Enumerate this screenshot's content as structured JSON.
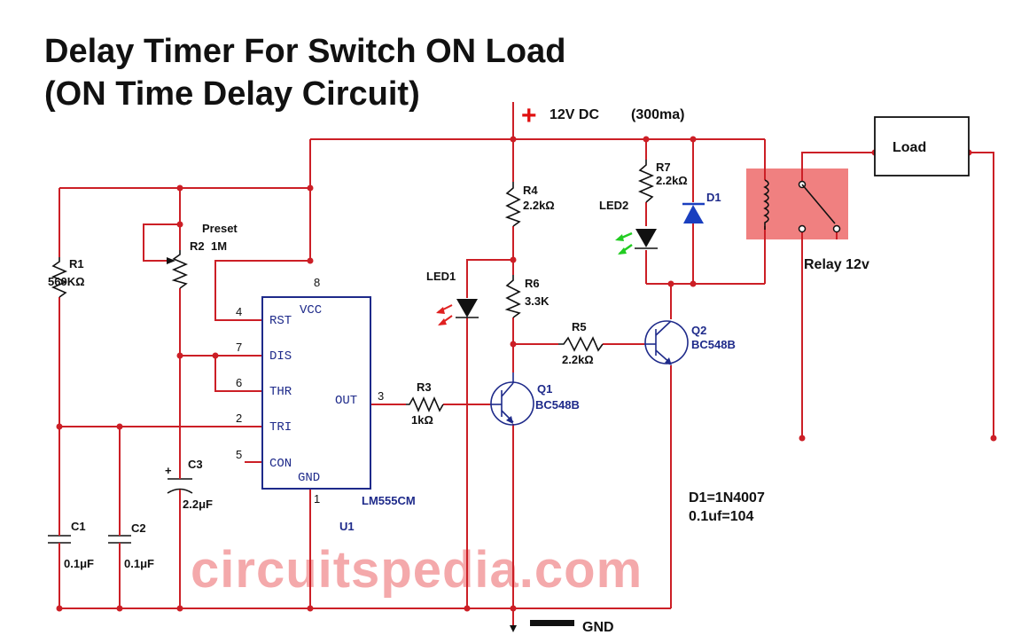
{
  "title": {
    "line1": "Delay Timer For Switch ON Load",
    "line2": "(ON Time Delay Circuit)"
  },
  "supply": {
    "plus": "+",
    "label": "12V DC",
    "current": "(300ma)"
  },
  "ground_label": "GND",
  "load_label": "Load",
  "relay_label": "Relay 12v",
  "ic": {
    "name": "LM555CM",
    "ref": "U1",
    "pins": {
      "rst": "RST",
      "vcc": "VCC",
      "dis": "DIS",
      "thr": "THR",
      "out": "OUT",
      "tri": "TRI",
      "con": "CON",
      "gnd": "GND"
    },
    "pin_numbers": {
      "p8": "8",
      "p4": "4",
      "p7": "7",
      "p6": "6",
      "p3": "3",
      "p2": "2",
      "p5": "5",
      "p1": "1"
    }
  },
  "components": {
    "r1": {
      "name": "R1",
      "value": "560KΩ"
    },
    "r2": {
      "name": "R2",
      "value": "1M",
      "preset": "Preset"
    },
    "r3": {
      "name": "R3",
      "value": "1kΩ"
    },
    "r4": {
      "name": "R4",
      "value": "2.2kΩ"
    },
    "r5": {
      "name": "R5",
      "value": "2.2kΩ"
    },
    "r6": {
      "name": "R6",
      "value": "3.3K"
    },
    "r7": {
      "name": "R7",
      "value": "2.2kΩ"
    },
    "c1": {
      "name": "C1",
      "value": "0.1μF"
    },
    "c2": {
      "name": "C2",
      "value": "0.1μF"
    },
    "c3": {
      "name": "C3",
      "value": "2.2μF",
      "polarity": "+"
    },
    "led1": {
      "name": "LED1"
    },
    "led2": {
      "name": "LED2"
    },
    "d1": {
      "name": "D1"
    },
    "q1": {
      "name": "Q1",
      "part": "BC548B"
    },
    "q2": {
      "name": "Q2",
      "part": "BC548B"
    }
  },
  "notes": {
    "line1": "D1=1N4007",
    "line2": "0.1uf=104"
  },
  "watermark": "circuitspedia.com",
  "colors": {
    "wire": "#cc1f26",
    "component": "#1e2a8a",
    "relay_fill": "#f08080",
    "watermark": "#f4a9ab",
    "led_red": "#e02020",
    "led_green": "#22cc22"
  }
}
